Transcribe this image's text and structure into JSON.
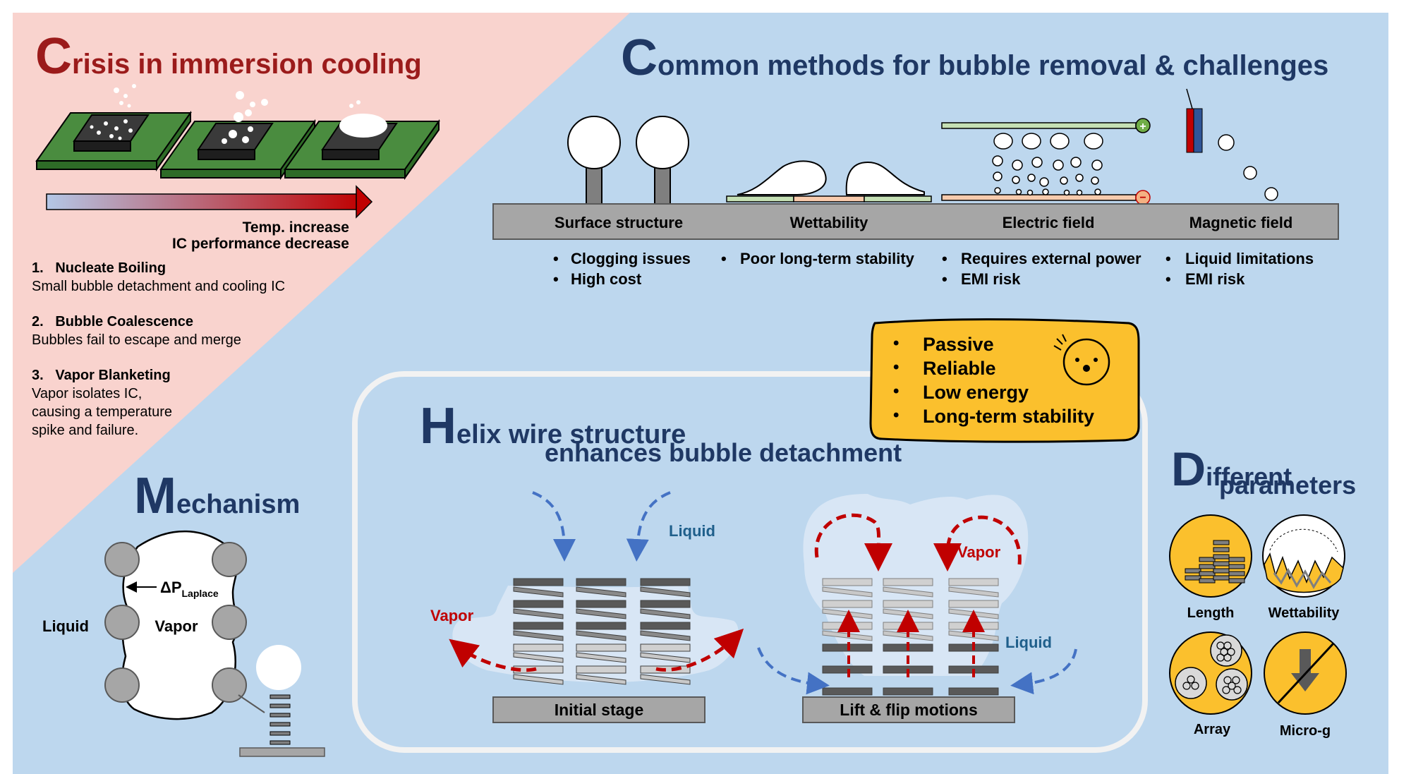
{
  "crisis": {
    "title_initial": "C",
    "title_rest": "risis in immersion cooling",
    "temp_increase": "Temp. increase",
    "ic_perf": "IC performance decrease",
    "items": [
      {
        "heading": "1.   Nucleate Boiling",
        "lines": [
          "Small bubble detachment and cooling IC"
        ]
      },
      {
        "heading": "2.   Bubble Coalescence",
        "lines": [
          "Bubbles fail to escape and merge"
        ]
      },
      {
        "heading": "3.   Vapor Blanketing",
        "lines": [
          "Vapor isolates IC,",
          "causing a temperature",
          "spike and failure."
        ]
      }
    ]
  },
  "common": {
    "title_initial": "C",
    "title_rest": "ommon methods for bubble removal & challenges",
    "methods": [
      "Surface structure",
      "Wettability",
      "Electric field",
      "Magnetic field"
    ],
    "challenges": [
      [
        "Clogging issues",
        "High cost"
      ],
      [
        "Poor long-term stability"
      ],
      [
        "Requires external power",
        "EMI risk"
      ],
      [
        "Liquid limitations",
        "EMI risk"
      ]
    ]
  },
  "benefits": [
    "Passive",
    "Reliable",
    "Low energy",
    "Long-term stability"
  ],
  "helix": {
    "title_initial": "H",
    "title_rest": "elix wire structure",
    "subtitle": "enhances bubble detachment",
    "liquid": "Liquid",
    "vapor": "Vapor",
    "stage1": "Initial stage",
    "stage2": "Lift & flip motions"
  },
  "mechanism": {
    "title_initial": "M",
    "title_rest": "echanism",
    "dp": "ΔP",
    "dp_sub": "Laplace",
    "liquid": "Liquid",
    "vapor": "Vapor"
  },
  "parameters": {
    "title_initial": "D",
    "title_line1": "ifferent",
    "title_line2": "parameters",
    "items": [
      "Length",
      "Wettability",
      "Array",
      "Micro-g"
    ]
  },
  "colors": {
    "pink_bg": "#f9d3ce",
    "blue_bg": "#bdd7ee",
    "dark_red": "#9b1b1b",
    "navy": "#1f3864",
    "yellow": "#fbc02d",
    "gray": "#a6a6a6",
    "pcb_green": "#4a8c3f"
  }
}
